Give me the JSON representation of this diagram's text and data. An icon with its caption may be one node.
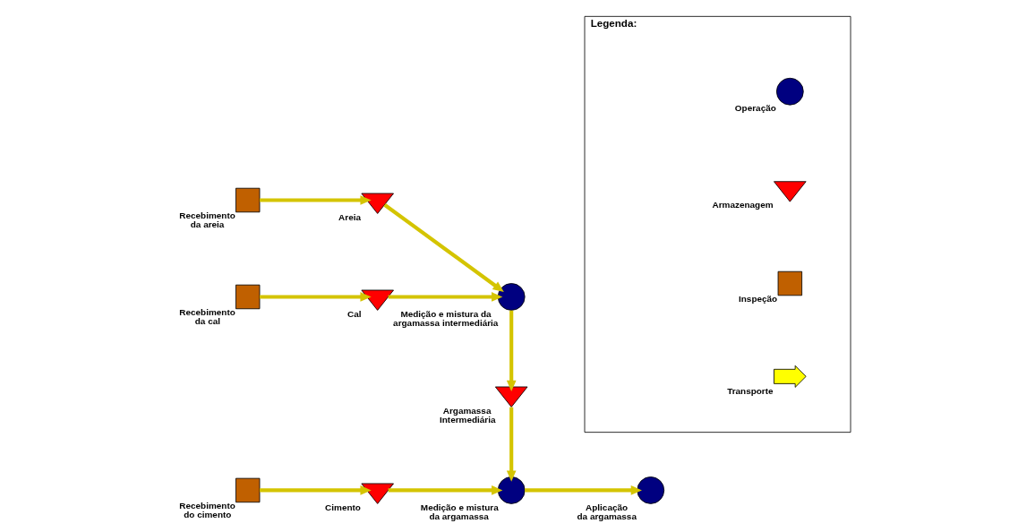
{
  "diagram": {
    "nodes": [
      {
        "text": [
          "Recebimento da areia"
        ]
      },
      {
        "text": [
          "Areia"
        ]
      },
      {
        "text": [
          "Recebimento da cal"
        ]
      },
      {
        "text": [
          "Cal"
        ]
      },
      {
        "text": [
          "Medição e mistura da argamassa intermediária"
        ]
      },
      {
        "text": [
          "Argamassa Intermediária"
        ]
      },
      {
        "text": [
          "Recebimento do cimento"
        ]
      },
      {
        "text": [
          "Cimento"
        ]
      },
      {
        "text": [
          "Medição e mistura da argamassa"
        ]
      },
      {
        "text": [
          "Aplicação da argamassa"
        ]
      },
      {
        "text": [
          "Legenda:"
        ]
      },
      {
        "text": [
          "Transporte"
        ],
        "in": 10
      },
      {
        "text": [
          "Operação"
        ],
        "in": 10
      },
      {
        "text": [
          "Armazenagem"
        ],
        "in": 10
      },
      {
        "text": [
          "Inspeção"
        ],
        "in": 10
      }
    ],
    "edges": [
      {
        "from": 0,
        "to": 1,
        "arrow": "to"
      },
      {
        "from": 1,
        "to": 4,
        "arrow": "to"
      },
      {
        "from": 2,
        "to": 3,
        "arrow": "to"
      },
      {
        "from": 3,
        "to": 4,
        "arrow": "to"
      },
      {
        "from": 4,
        "to": 5,
        "arrow": "to"
      },
      {
        "from": 5,
        "to": 8,
        "arrow": "to"
      },
      {
        "from": 6,
        "to": 7,
        "arrow": "to"
      },
      {
        "from": 7,
        "to": 8,
        "arrow": "to"
      },
      {
        "from": 8,
        "to": 9,
        "arrow": "to"
      }
    ]
  }
}
